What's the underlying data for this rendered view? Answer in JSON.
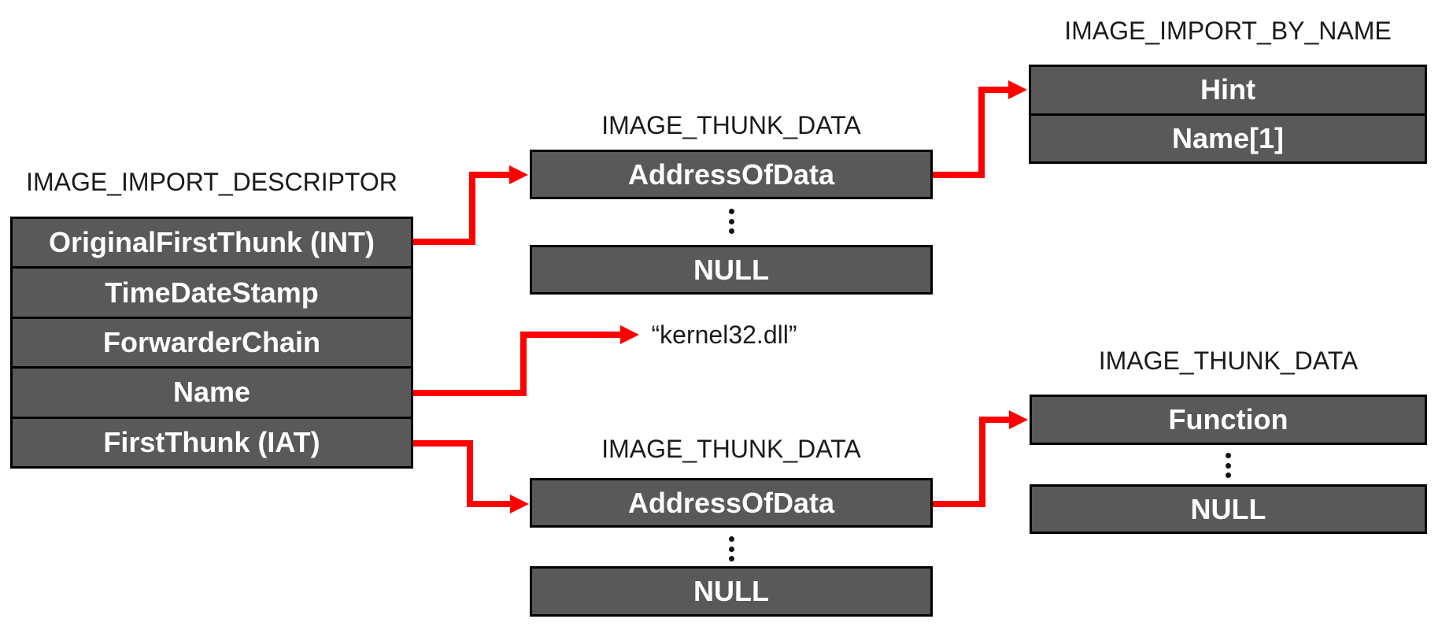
{
  "colors": {
    "background": "#ffffff",
    "box_fill": "#595959",
    "box_border": "#000000",
    "cell_text": "#ffffff",
    "title_text": "#1b1b1b",
    "arrow": "#ff0000",
    "ellipsis_dot": "#141414"
  },
  "groups": {
    "import_descriptor": {
      "title": "IMAGE_IMPORT_DESCRIPTOR",
      "rows": [
        "OriginalFirstThunk (INT)",
        "TimeDateStamp",
        "ForwarderChain",
        "Name",
        "FirstThunk (IAT)"
      ]
    },
    "thunk_table_int": {
      "title": "IMAGE_THUNK_DATA",
      "rows": [
        "AddressOfData",
        "NULL"
      ]
    },
    "import_by_name": {
      "title": "IMAGE_IMPORT_BY_NAME",
      "rows": [
        "Hint",
        "Name[1]"
      ]
    },
    "dll_name_label": "“kernel32.dll”",
    "thunk_table_iat": {
      "title": "IMAGE_THUNK_DATA",
      "rows": [
        "AddressOfData",
        "NULL"
      ]
    },
    "thunk_table_function": {
      "title": "IMAGE_THUNK_DATA",
      "rows": [
        "Function",
        "NULL"
      ]
    }
  }
}
